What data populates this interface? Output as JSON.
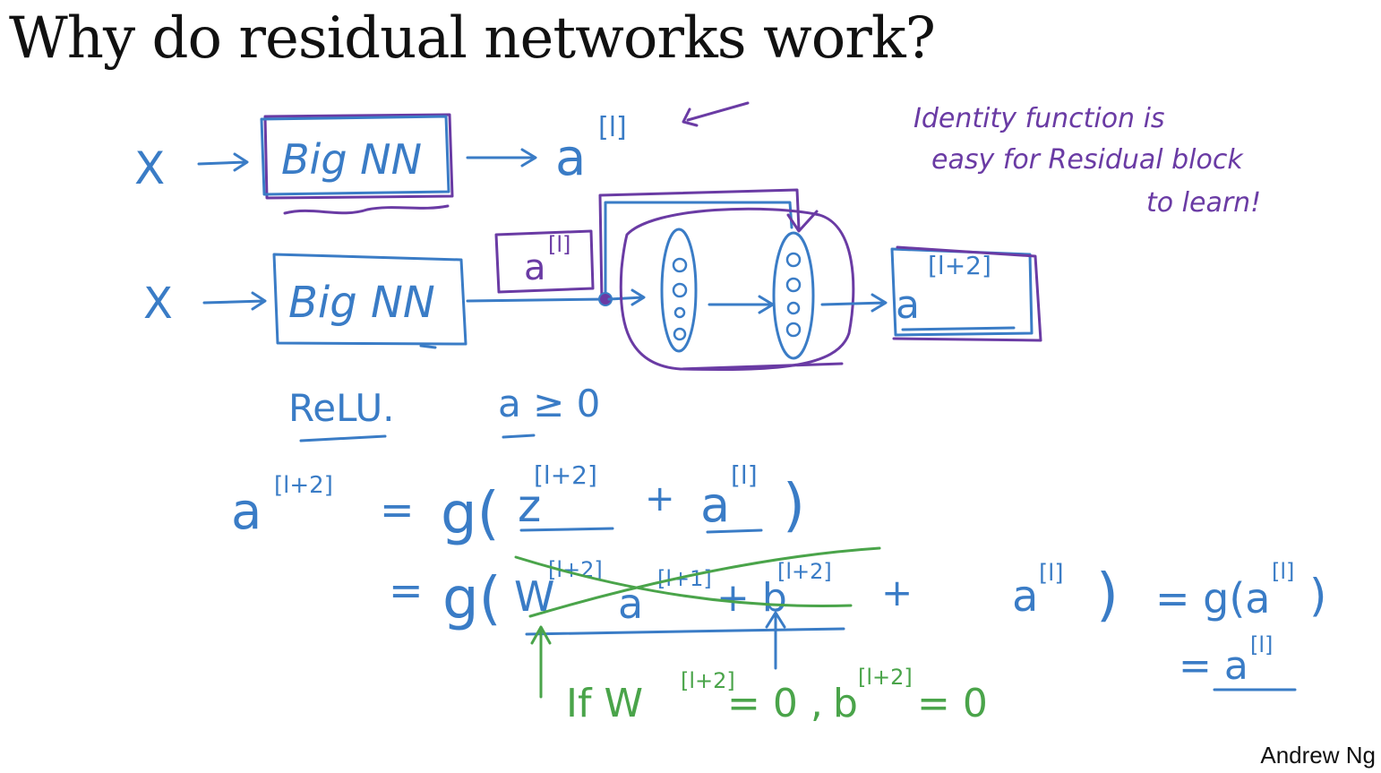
{
  "slide": {
    "title": "Why do residual networks work?",
    "author": "Andrew Ng"
  },
  "colors": {
    "blue_ink": "#3a7cc6",
    "purple_ink": "#6a3ba4",
    "green_ink": "#4aa44a",
    "title_text": "#111111"
  },
  "diagram": {
    "row1": {
      "input": "X",
      "block": "Big NN",
      "output": "a",
      "output_sup": "[l]"
    },
    "row2": {
      "input": "X",
      "block": "Big NN",
      "skip_label": "a",
      "skip_label_sup": "[l]",
      "output": "a",
      "output_sup": "[l+2]"
    },
    "note": {
      "line1": "Identity function is",
      "line2": "easy for Residual block",
      "line3": "to learn!"
    },
    "relu": {
      "label": "ReLU.",
      "condition": "a ≥ 0"
    }
  },
  "equations": {
    "eq1": {
      "lhs": "a",
      "lhs_sup": "[l+2]",
      "eq": "=",
      "g_open": "g(",
      "z": "z",
      "z_sup": "[l+2]",
      "plus": "+",
      "a": "a",
      "a_sup": "[l]",
      "close": ")"
    },
    "eq2": {
      "eq": "=",
      "g_open": "g(",
      "w": "W",
      "w_sup": "[l+2]",
      "a": "a",
      "a_sup": "[l+1]",
      "plus_b": "+ b",
      "b_sup": "[l+2]",
      "plus": "+",
      "a2": "a",
      "a2_sup": "[l]",
      "close": ")",
      "eq_g": "= g(a",
      "g_sup": "[l]",
      "g_close": ")"
    },
    "eq3": {
      "text": "= a",
      "sup": "[l]"
    },
    "condition": {
      "if_w": "If W",
      "w_sup": "[l+2]",
      "w_eq": "= 0 ,",
      "b": "b",
      "b_sup": "[l+2]",
      "b_eq": "= 0"
    }
  }
}
